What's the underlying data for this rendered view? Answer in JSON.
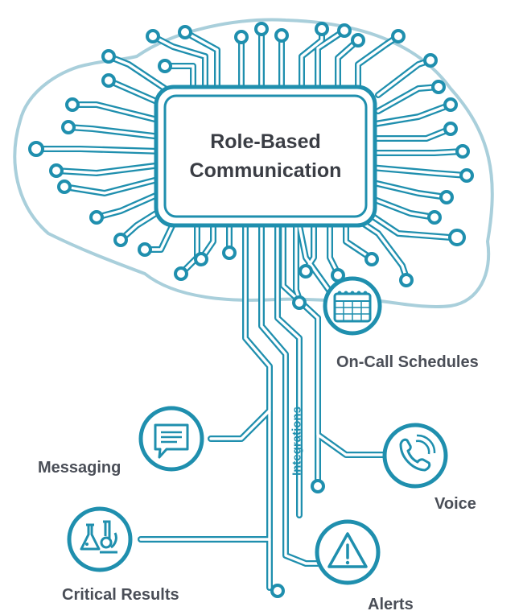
{
  "chip": {
    "line1": "Role-Based",
    "line2": "Communication"
  },
  "labels": {
    "on_call": "On-Call Schedules",
    "messaging": "Messaging",
    "voice": "Voice",
    "critical_results": "Critical Results",
    "alerts": "Alerts",
    "integrations": "Integrations"
  },
  "icons": [
    "calendar-icon",
    "message-icon",
    "phone-icon",
    "lab-icon",
    "warning-icon"
  ],
  "colors": {
    "trace": "#1f8fae",
    "brain_outline": "#a9cfdb",
    "text": "#4a4e57"
  }
}
